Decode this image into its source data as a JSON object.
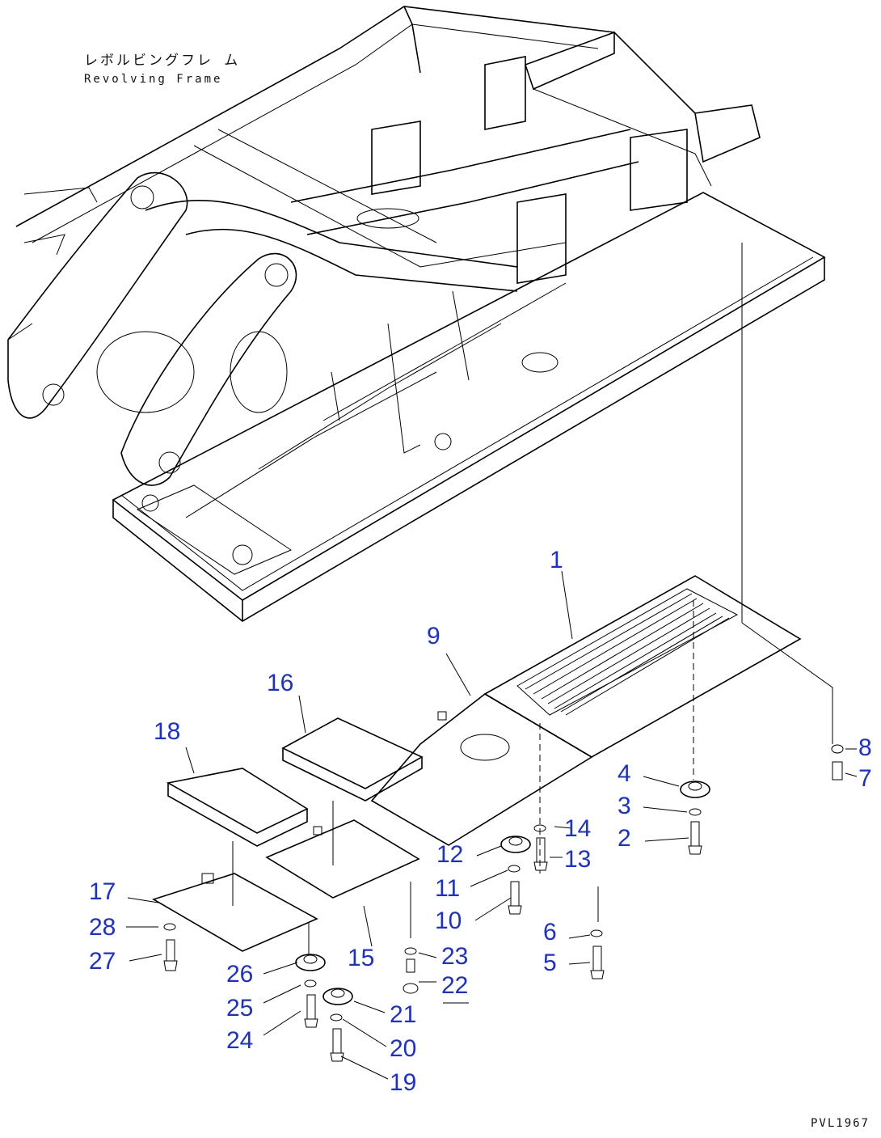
{
  "drawing": {
    "frame_label_jp": "レボルビングフレ ム",
    "frame_label_en": "Revolving Frame",
    "drawing_code": "PVL1967"
  },
  "callouts": [
    {
      "id": "c1",
      "text": "1"
    },
    {
      "id": "c2",
      "text": "2"
    },
    {
      "id": "c3",
      "text": "3"
    },
    {
      "id": "c4",
      "text": "4"
    },
    {
      "id": "c5",
      "text": "5"
    },
    {
      "id": "c6",
      "text": "6"
    },
    {
      "id": "c7",
      "text": "7"
    },
    {
      "id": "c8",
      "text": "8"
    },
    {
      "id": "c9",
      "text": "9"
    },
    {
      "id": "c10",
      "text": "10"
    },
    {
      "id": "c11",
      "text": "11"
    },
    {
      "id": "c12",
      "text": "12"
    },
    {
      "id": "c13",
      "text": "13"
    },
    {
      "id": "c14",
      "text": "14"
    },
    {
      "id": "c15",
      "text": "15"
    },
    {
      "id": "c16",
      "text": "16"
    },
    {
      "id": "c17",
      "text": "17"
    },
    {
      "id": "c18",
      "text": "18"
    },
    {
      "id": "c19",
      "text": "19"
    },
    {
      "id": "c20",
      "text": "20"
    },
    {
      "id": "c21",
      "text": "21"
    },
    {
      "id": "c22",
      "text": "22"
    },
    {
      "id": "c23",
      "text": "23"
    },
    {
      "id": "c24",
      "text": "24"
    },
    {
      "id": "c25",
      "text": "25"
    },
    {
      "id": "c26",
      "text": "26"
    },
    {
      "id": "c27",
      "text": "27"
    },
    {
      "id": "c28",
      "text": "28"
    }
  ]
}
